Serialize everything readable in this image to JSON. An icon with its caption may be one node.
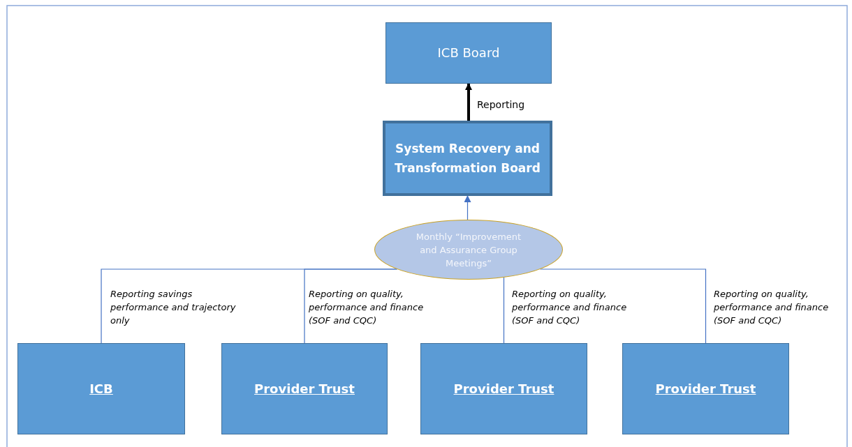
{
  "diagram": {
    "nodes": [
      {
        "text": [
          "ICB Board"
        ]
      },
      {
        "text": [
          "System Recovery and Transformation Board"
        ]
      },
      {
        "text": [
          "Monthly “Improvement and Assurance Group Meetings”"
        ]
      },
      {
        "text": [
          "ICB"
        ]
      },
      {
        "text": [
          "Provider Trust"
        ]
      },
      {
        "text": [
          "Provider Trust"
        ]
      },
      {
        "text": [
          "Provider Trust"
        ]
      }
    ],
    "edges": [
      {
        "from": 1,
        "to": 0,
        "arrow": "to",
        "label": "Reporting",
        "style": "thick",
        "color": "#000000"
      },
      {
        "from": 2,
        "to": 1,
        "arrow": "to"
      },
      {
        "from": 3,
        "to": 2,
        "arrow": "none",
        "label": "Reporting savings performance and trajectory only"
      },
      {
        "from": 4,
        "to": 2,
        "arrow": "none",
        "label": "Reporting on quality, performance and finance (SOF and CQC)"
      },
      {
        "from": 5,
        "to": 2,
        "arrow": "none",
        "label": "Reporting on quality, performance and finance (SOF and CQC)"
      },
      {
        "from": 6,
        "to": 2,
        "arrow": "none",
        "label": "Reporting on quality, performance and finance (SOF and CQC)"
      }
    ]
  }
}
